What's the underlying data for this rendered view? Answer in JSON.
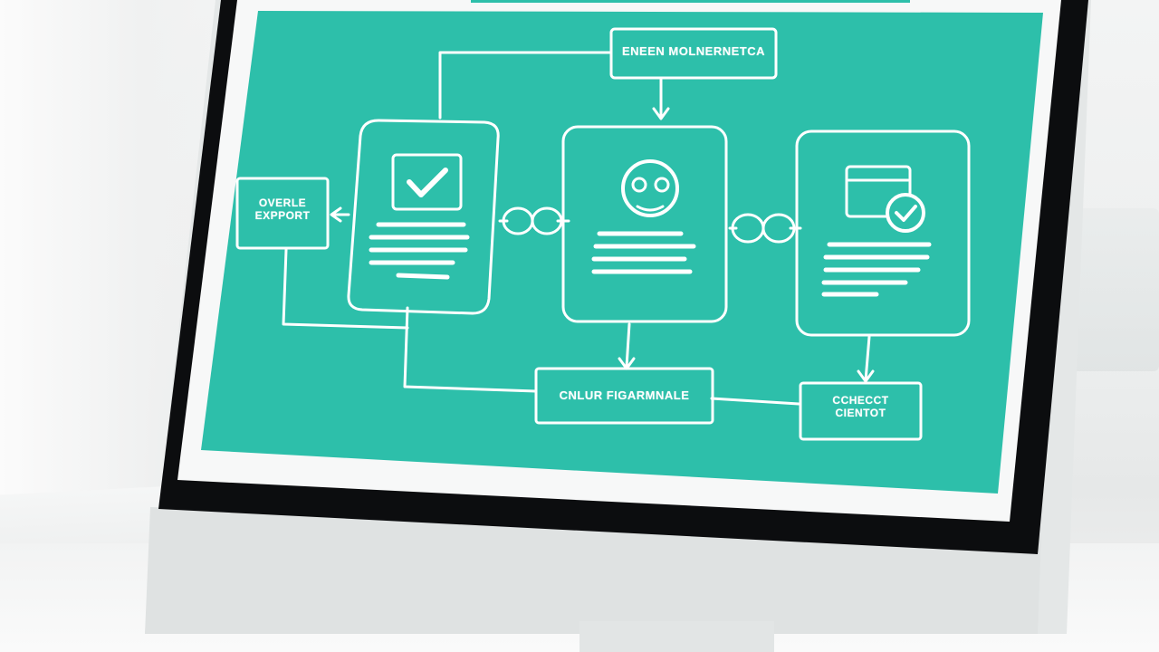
{
  "diagram": {
    "top_box": "ENEEN MOLNERNETCA",
    "left_box": "OVERLE\nEXPPORT",
    "bottom_center_box": "CNLUR FIGARMNALE",
    "bottom_right_box": "CCHECCT\nCIENTOT"
  },
  "icons": {
    "card_1": "checkbox-check-icon",
    "card_2": "user-face-icon",
    "card_3": "window-check-icon",
    "link_1": "chain-link-icon",
    "link_2": "chain-link-icon"
  },
  "colors": {
    "screen_teal": "#2dbfaa",
    "line_white": "#ffffff",
    "bezel": "#0c0d0f",
    "monitor_silver": "#e6e9e9"
  }
}
